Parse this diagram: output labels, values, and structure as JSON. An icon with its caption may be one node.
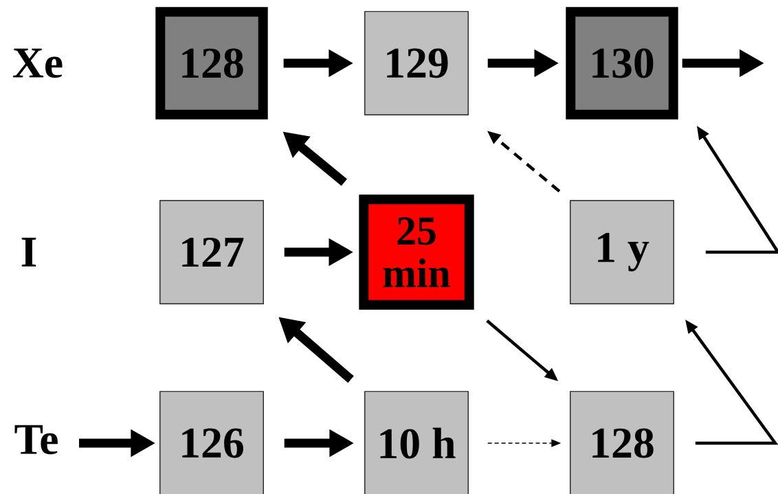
{
  "diagram": {
    "nodes": [
      {
        "text": [
          "128"
        ]
      },
      {
        "text": [
          "129"
        ]
      },
      {
        "text": [
          "130"
        ]
      },
      {
        "text": [
          "127"
        ]
      },
      {
        "text": [
          "25 min"
        ]
      },
      {
        "text": [
          "1 y"
        ]
      },
      {
        "text": [
          "126"
        ]
      },
      {
        "text": [
          "10 h"
        ]
      },
      {
        "text": [
          "128"
        ]
      }
    ],
    "edges": [
      {
        "from": 0,
        "to": 1,
        "arrow": "to"
      },
      {
        "from": 1,
        "to": 2,
        "arrow": "to"
      },
      {
        "from": 2,
        "to": null,
        "arrow": "to"
      },
      {
        "from": 3,
        "to": 4,
        "arrow": "to"
      },
      {
        "from": 4,
        "to": 0,
        "arrow": "to"
      },
      {
        "from": 5,
        "to": 1,
        "arrow": "to",
        "style": "dashed"
      },
      {
        "from": 5,
        "to": 2,
        "arrow": "to"
      },
      {
        "from": 4,
        "to": 8,
        "arrow": "to"
      },
      {
        "from": null,
        "to": 6,
        "arrow": "to"
      },
      {
        "from": 6,
        "to": 7,
        "arrow": "to"
      },
      {
        "from": 7,
        "to": 3,
        "arrow": "to"
      },
      {
        "from": 7,
        "to": 8,
        "arrow": "to",
        "style": "dashed"
      },
      {
        "from": 8,
        "to": 5,
        "arrow": "to"
      }
    ],
    "labels": [
      "Xe",
      "I",
      "Te"
    ]
  }
}
